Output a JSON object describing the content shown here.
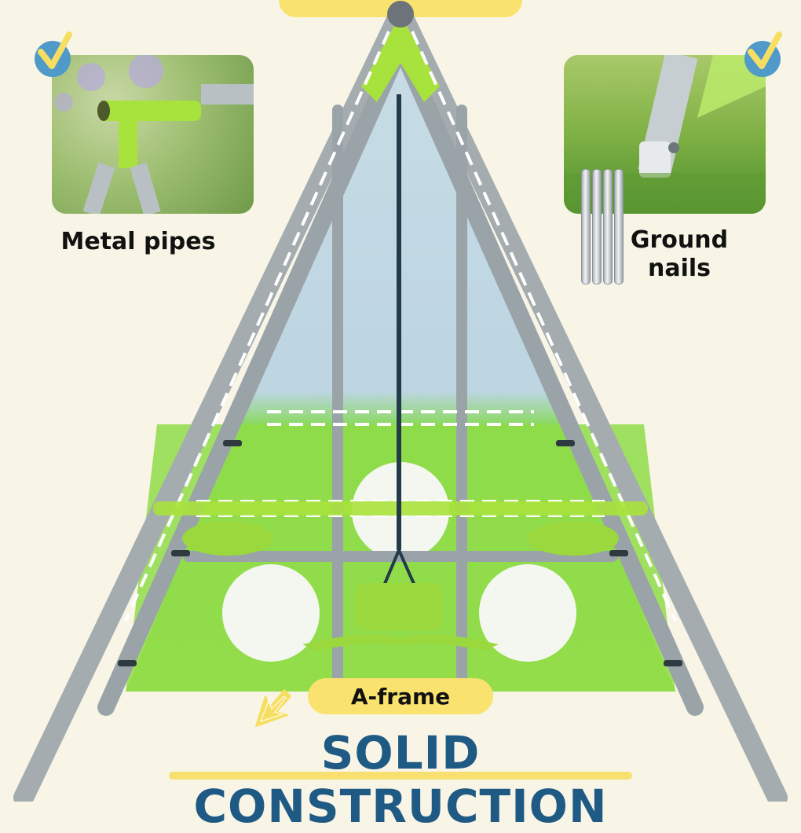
{
  "features": {
    "left": {
      "label": "Metal pipes",
      "icon": "check-icon"
    },
    "right": {
      "label": "Ground\nnails",
      "icon": "check-icon"
    }
  },
  "callout": {
    "label": "A-frame",
    "icon": "pointer-cursor-icon"
  },
  "headline": "SOLID CONSTRUCTION",
  "colors": {
    "background": "#f8f5e7",
    "accent_yellow": "#f9e36e",
    "accent_green": "#a8e23c",
    "headline_blue": "#1f5a84",
    "frame_gray": "#a8b0b4",
    "check_blue": "#4f9ac9"
  }
}
